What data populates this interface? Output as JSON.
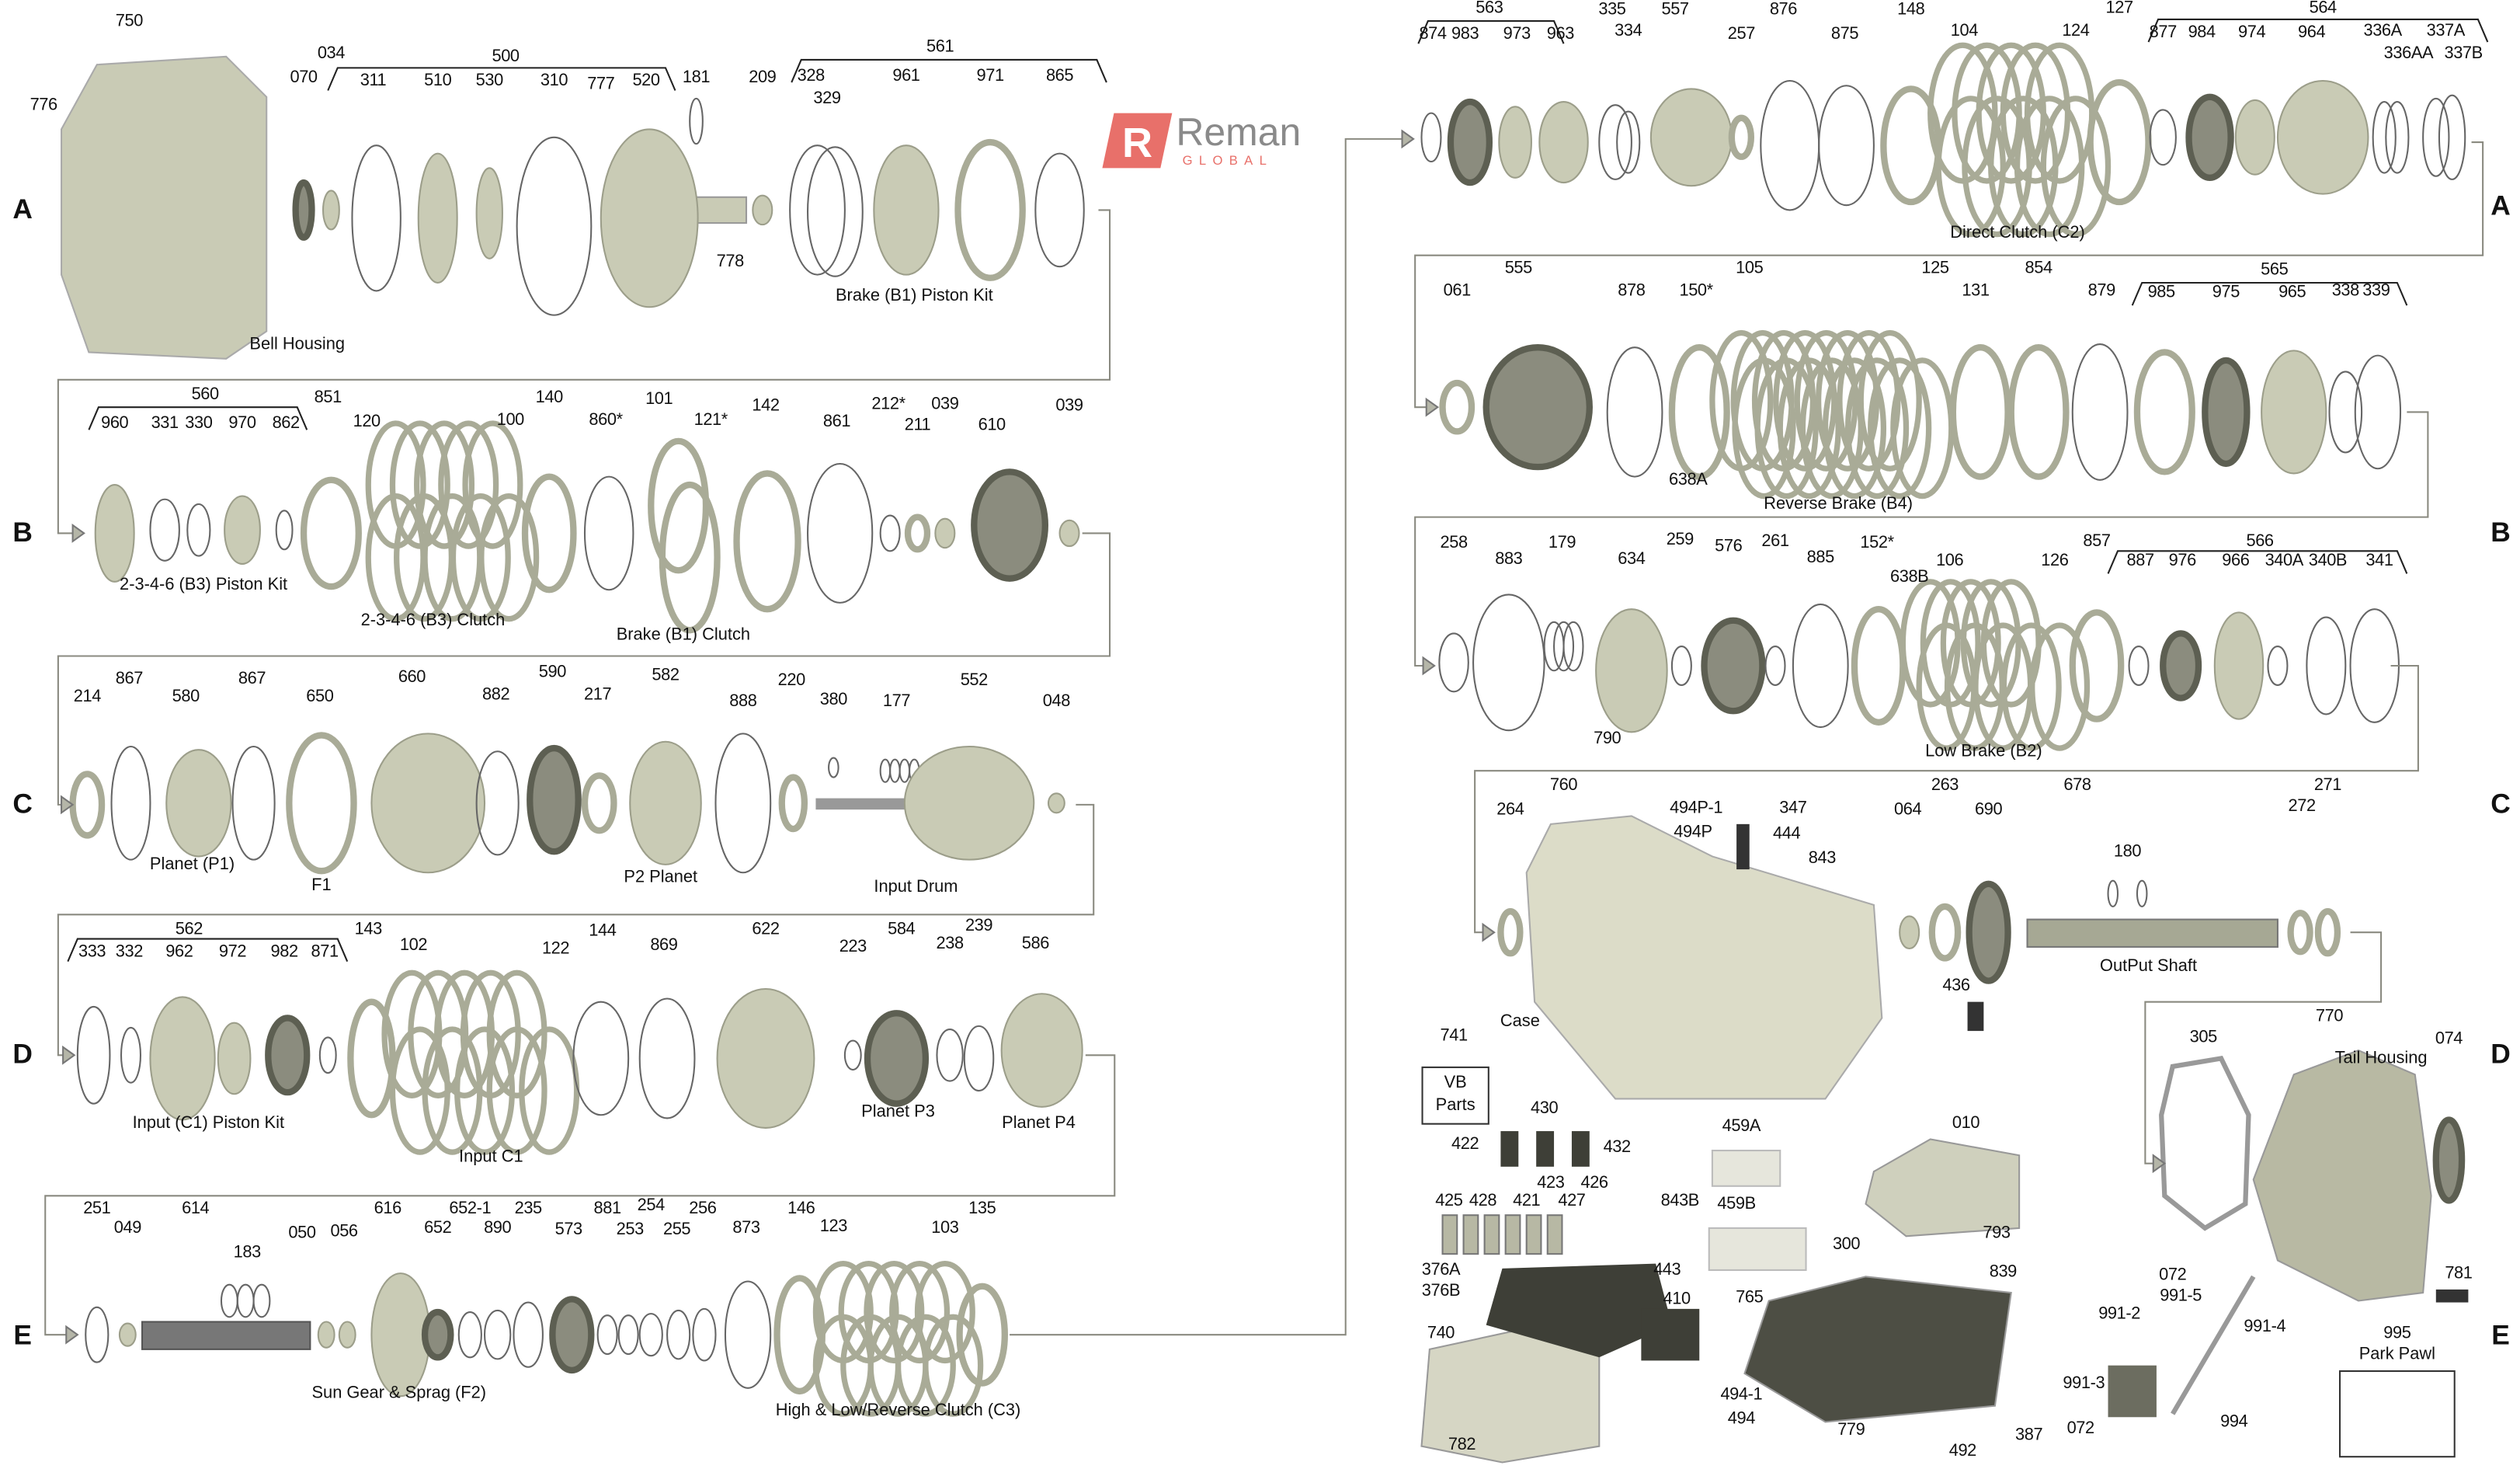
{
  "logo": {
    "brand": "Reman",
    "sub": "GLOBAL",
    "mark": "R"
  },
  "sections": [
    "A",
    "B",
    "C",
    "D",
    "E"
  ],
  "captions": {
    "bell_housing": "Bell Housing",
    "brake_b1_piston_kit": "Brake (B1) Piston Kit",
    "direct_clutch_c2": "Direct Clutch (C2)",
    "reverse_brake_b4": "Reverse Brake (B4)",
    "b3_piston_kit": "2-3-4-6 (B3) Piston Kit",
    "b3_clutch": "2-3-4-6 (B3) Clutch",
    "brake_b1_clutch": "Brake (B1) Clutch",
    "low_brake_b2": "Low Brake (B2)",
    "planet_p1": "Planet (P1)",
    "f1": "F1",
    "p2_planet": "P2 Planet",
    "input_drum": "Input Drum",
    "case": "Case",
    "output_shaft": "OutPut Shaft",
    "input_c1_piston_kit": "Input (C1) Piston Kit",
    "input_c1": "Input C1",
    "planet_p3": "Planet P3",
    "planet_p4": "Planet P4",
    "tail_housing": "Tail Housing",
    "vb_parts_line1": "VB",
    "vb_parts_line2": "Parts",
    "park_pawl": "Park Pawl",
    "sun_gear_sprag": "Sun Gear & Sprag (F2)",
    "c3_clutch": "High & Low/Reverse Clutch (C3)"
  },
  "callouts": {
    "rowA": [
      "750",
      "776",
      "070",
      "034",
      "500",
      "311",
      "510",
      "530",
      "310",
      "777",
      "520",
      "181",
      "209",
      "561",
      "328",
      "329",
      "961",
      "971",
      "865",
      "778"
    ],
    "rowA_right": [
      "563",
      "874",
      "983",
      "973",
      "963",
      "335",
      "334",
      "557",
      "257",
      "876",
      "875",
      "148",
      "104",
      "124",
      "127",
      "564",
      "877",
      "984",
      "974",
      "964",
      "336A",
      "336AA",
      "337A",
      "337B"
    ],
    "rowB_right": [
      "061",
      "555",
      "878",
      "150*",
      "105",
      "125",
      "131",
      "854",
      "879",
      "565",
      "985",
      "975",
      "965",
      "338",
      "339",
      "638A"
    ],
    "rowB_left": [
      "560",
      "960",
      "331",
      "330",
      "970",
      "862",
      "851",
      "120",
      "100",
      "140",
      "860*",
      "101",
      "121*",
      "142",
      "861",
      "212*",
      "211",
      "039",
      "610",
      "039"
    ],
    "rowB2": [
      "258",
      "883",
      "179",
      "634",
      "259",
      "576",
      "261",
      "885",
      "152*",
      "638B",
      "106",
      "126",
      "857",
      "566",
      "887",
      "976",
      "966",
      "340A",
      "340B",
      "341",
      "790"
    ],
    "rowC_left": [
      "214",
      "867",
      "580",
      "867",
      "650",
      "660",
      "882",
      "590",
      "217",
      "582",
      "888",
      "220",
      "380",
      "177",
      "552",
      "048"
    ],
    "rowC_right": [
      "264",
      "760",
      "494P-1",
      "347",
      "494P",
      "444",
      "843",
      "064",
      "263",
      "690",
      "678",
      "180",
      "272",
      "271",
      "436"
    ],
    "rowD_left": [
      "562",
      "333",
      "332",
      "962",
      "972",
      "982",
      "871",
      "143",
      "102",
      "122",
      "144",
      "869",
      "622",
      "223",
      "584",
      "238",
      "239",
      "586"
    ],
    "rowD_right": [
      "741",
      "305",
      "770",
      "074",
      "781"
    ],
    "valve_body": [
      "430",
      "422",
      "432",
      "423",
      "426",
      "425",
      "428",
      "421",
      "427",
      "843B",
      "376A",
      "376B",
      "443",
      "410",
      "740",
      "782",
      "459A",
      "459B",
      "010",
      "793",
      "300",
      "839",
      "765",
      "494-1",
      "494",
      "779",
      "387",
      "492",
      "072",
      "991-5",
      "991-2",
      "991-4",
      "991-3",
      "072",
      "994",
      "995"
    ],
    "rowE": [
      "251",
      "049",
      "614",
      "183",
      "050",
      "056",
      "616",
      "652-1",
      "652",
      "890",
      "235",
      "573",
      "881",
      "253",
      "254",
      "255",
      "256",
      "873",
      "146",
      "123",
      "103",
      "135"
    ]
  },
  "colors": {
    "part": "#c9cbb5",
    "part_dark": "#5d5f52",
    "line": "#8a8a80",
    "logo": "#e8706a"
  }
}
